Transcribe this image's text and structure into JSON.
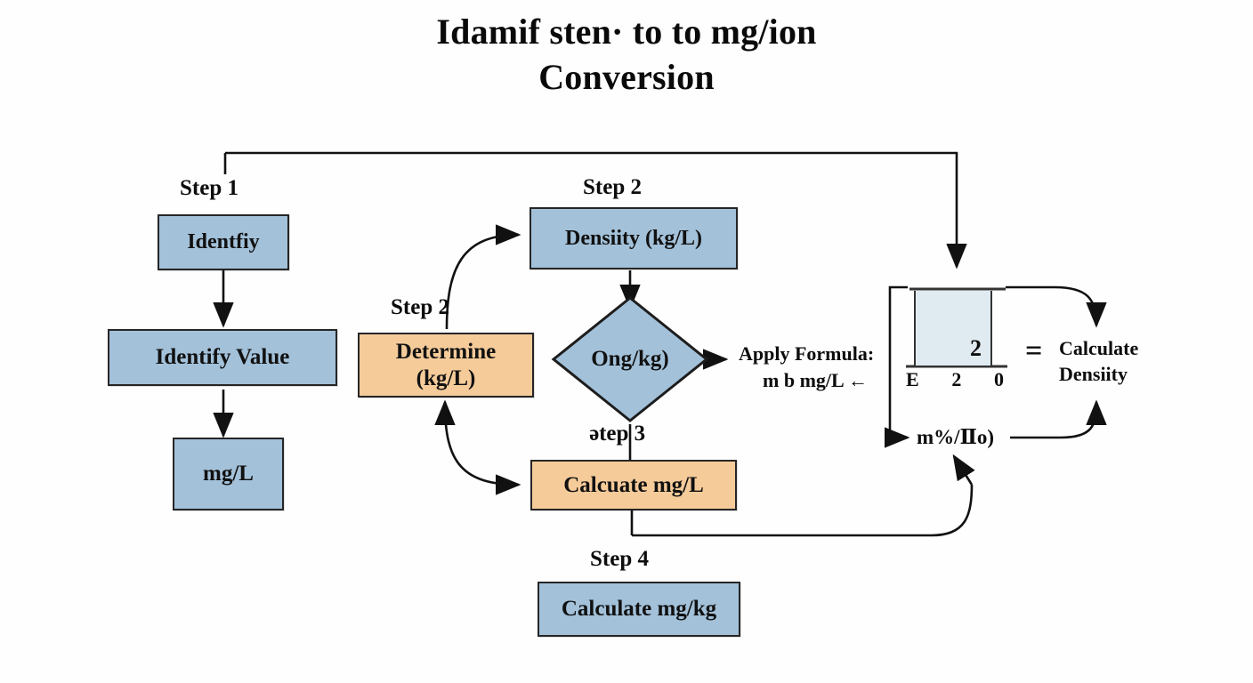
{
  "diagram": {
    "title_line1": "Idamif sten· to to mg/ion",
    "title_line2": "Conversion",
    "colors": {
      "blue_fill": "#a3c1d9",
      "orange_fill": "#f5cb9a",
      "pale_blue_fill": "#dfeaf1",
      "stroke": "#262626",
      "background": "#fefefe"
    },
    "step_labels": [
      {
        "id": "step-1",
        "text": "Step  1"
      },
      {
        "id": "step-2-top",
        "text": "Step 2"
      },
      {
        "id": "step-2-left",
        "text": "Step  2"
      },
      {
        "id": "step-3",
        "text": "ǝtep 3"
      },
      {
        "id": "step-4",
        "text": "Step 4"
      }
    ],
    "nodes": [
      {
        "id": "identfiy",
        "label": "Identfiy",
        "shape": "rect",
        "color": "blue"
      },
      {
        "id": "identify-value",
        "label": "Identify Value",
        "shape": "rect",
        "color": "blue"
      },
      {
        "id": "mg-per-l",
        "label": "mg/L",
        "shape": "rect",
        "color": "blue"
      },
      {
        "id": "densiity-kg-l",
        "label": "Densiity (kg/L)",
        "shape": "rect",
        "color": "blue"
      },
      {
        "id": "determine-kg-l",
        "label": "Determine\n(kg/L)",
        "shape": "rect",
        "color": "orange"
      },
      {
        "id": "ong-kg",
        "label": "Ong/kg)",
        "shape": "diamond",
        "color": "blue"
      },
      {
        "id": "calcuate-mg-l",
        "label": "Calcuate mg/L",
        "shape": "rect",
        "color": "orange"
      },
      {
        "id": "calculate-mg-kg",
        "label": "Calculate mg/kg",
        "shape": "rect",
        "color": "blue"
      }
    ],
    "formula": {
      "heading": "Apply Formula:",
      "expression": "m b  mg/L ←",
      "numerator": "2",
      "denominator_parts": [
        "E",
        "2",
        "0"
      ],
      "equals": "=",
      "result_line1": "Calculate",
      "result_line2": "Densiity",
      "percent_term": "m%/Ⅱo)"
    }
  }
}
